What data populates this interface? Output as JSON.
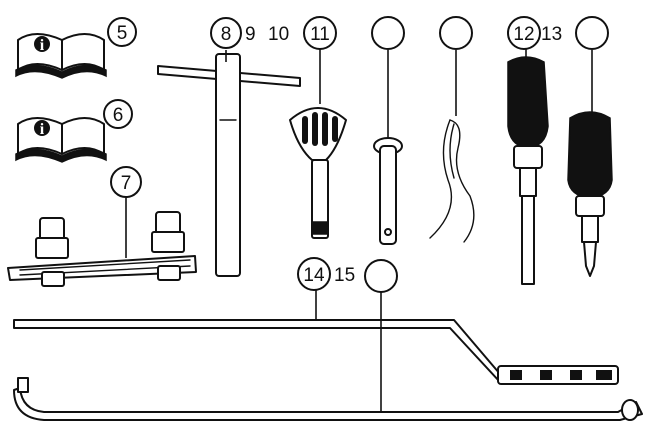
{
  "callouts": {
    "c5": "5",
    "c6": "6",
    "c7": "7",
    "c8": "8",
    "c9": "9",
    "c10": "10",
    "c11": "11",
    "c12": "12",
    "c13": "13",
    "c14": "14",
    "c15": "15"
  },
  "manual_icon_letter": "i",
  "colors": {
    "ink": "#111111",
    "paper": "#ffffff"
  }
}
